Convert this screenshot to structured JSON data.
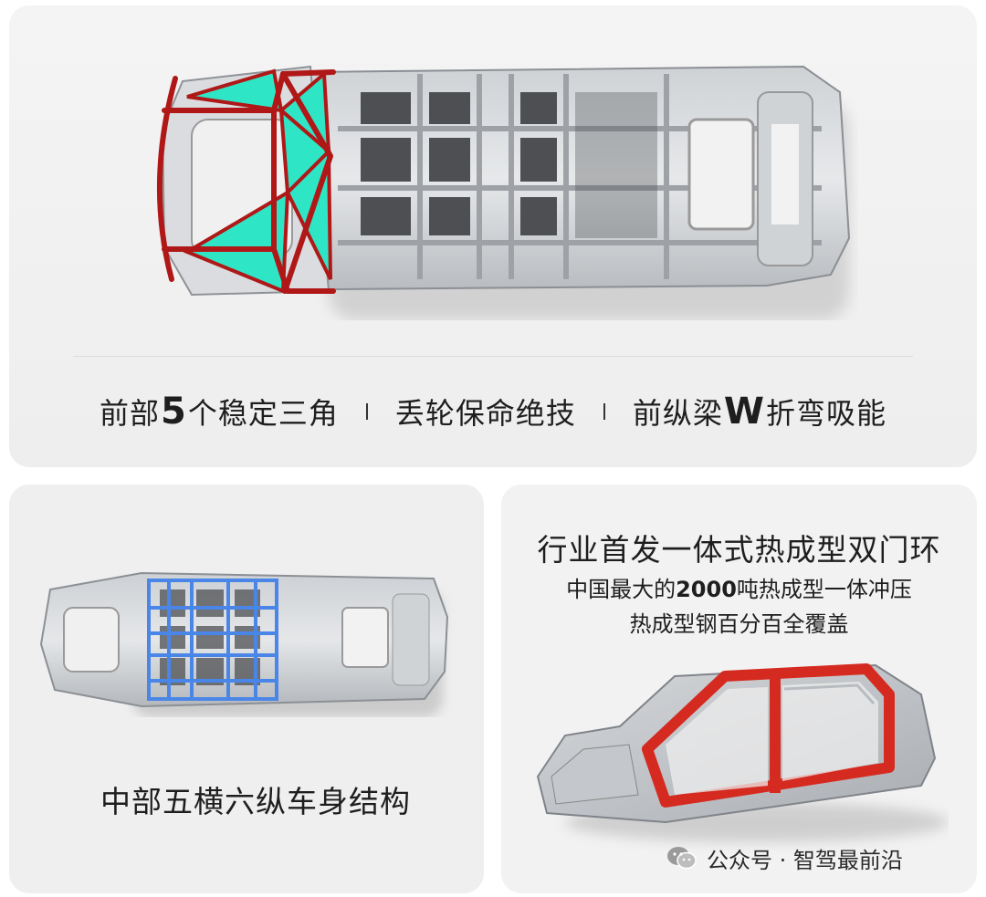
{
  "top": {
    "caption_part1": "前部",
    "caption_num": "5",
    "caption_part2": "个稳定三角",
    "caption_mid": "丢轮保命绝技",
    "caption_part3": "前纵梁",
    "caption_letter": "W",
    "caption_part4": "折弯吸能"
  },
  "left": {
    "caption": "中部五横六纵车身结构"
  },
  "right": {
    "title": "行业首发一体式热成型双门环",
    "sub1_pre": "中国最大的",
    "sub1_num": "2000",
    "sub1_post": "吨热成型一体冲压",
    "sub2": "热成型钢百分百全覆盖"
  },
  "watermark": {
    "text": "公众号 · 智驾最前沿",
    "icon": "wechat-icon"
  },
  "colors": {
    "triangle_fill": "#2ee6c6",
    "frame_red": "#b01818",
    "grid_blue": "#4a86e8",
    "door_ring_red": "#d52a20"
  }
}
